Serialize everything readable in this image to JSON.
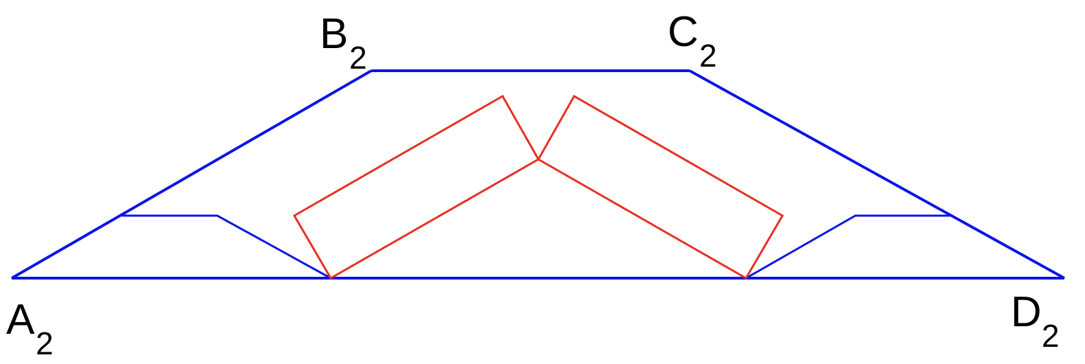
{
  "labels": {
    "a": {
      "letter": "A",
      "sub": "2"
    },
    "b": {
      "letter": "B",
      "sub": "2"
    },
    "c": {
      "letter": "C",
      "sub": "2"
    },
    "d": {
      "letter": "D",
      "sub": "2"
    }
  },
  "colors": {
    "outline": "#0a14e6",
    "inner": "#e62f22",
    "text": "#000000",
    "background": "#ffffff"
  }
}
